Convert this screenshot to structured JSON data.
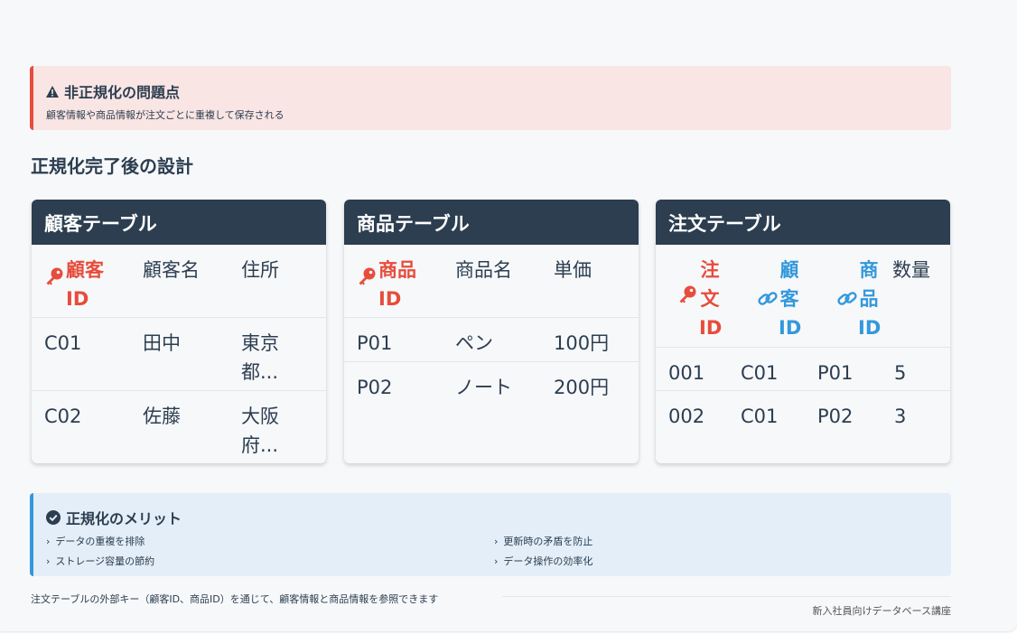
{
  "warning": {
    "icon": "warning-icon",
    "title": "非正規化の問題点",
    "subtitle": "顧客情報や商品情報が注文ごとに重複して保存される"
  },
  "section_title": "正規化完了後の設計",
  "customer_table": {
    "title": "顧客テーブル",
    "headers": {
      "key": "顧客 ID",
      "name": "顧客名",
      "address": "住所"
    },
    "rows": [
      {
        "id": "C01",
        "name": "田中",
        "address": "東京都..."
      },
      {
        "id": "C02",
        "name": "佐藤",
        "address": "大阪府..."
      }
    ]
  },
  "product_table": {
    "title": "商品テーブル",
    "headers": {
      "key": "商品 ID",
      "name": "商品名",
      "price": "単価"
    },
    "rows": [
      {
        "id": "P01",
        "name": "ペン",
        "price": "100円"
      },
      {
        "id": "P02",
        "name": "ノート",
        "price": "200円"
      }
    ]
  },
  "order_table": {
    "title": "注文テーブル",
    "headers": {
      "key": "注文 ID",
      "customer_fk": "顧客 ID",
      "product_fk": "商品 ID",
      "qty": "数量"
    },
    "rows": [
      {
        "id": "001",
        "customer": "C01",
        "product": "P01",
        "qty": "5"
      },
      {
        "id": "002",
        "customer": "C01",
        "product": "P02",
        "qty": "3"
      }
    ]
  },
  "merits": {
    "icon": "check-circle-icon",
    "title": "正規化のメリット",
    "items": [
      "データの重複を排除",
      "更新時の矛盾を防止",
      "ストレージ容量の節約",
      "データ操作の効率化"
    ]
  },
  "footnote": "注文テーブルの外部キー（顧客ID、商品ID）を通じて、顧客情報と商品情報を参照できます",
  "credit": "新入社員向けデータベース講座",
  "colors": {
    "primary_key": "#e74c3c",
    "foreign_key": "#3498db",
    "header": "#2c3e50"
  }
}
